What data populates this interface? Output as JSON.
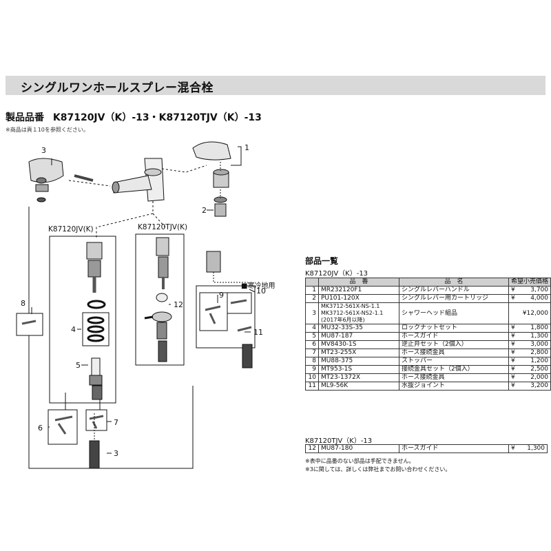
{
  "header": {
    "title": "シングルワンホールスプレー混合栓",
    "product_label": "製品品番",
    "product_numbers": "K87120JV（K）-13・K87120TJV（K）-13",
    "note": "※商品は頁１10を参照ください。"
  },
  "diagram": {
    "model_left": "K87120JV(K)",
    "model_right": "K87120TJV(K)",
    "cold_region_label": "■寒冷地用",
    "callouts": [
      "1",
      "2",
      "3",
      "4",
      "5",
      "6",
      "7",
      "3",
      "8",
      "9",
      "10",
      "11",
      "12"
    ]
  },
  "parts": {
    "title": "部品一覧",
    "model_a": "K87120JV（K）-13",
    "model_b": "K87120TJV（K）-13",
    "headers": [
      "",
      "品　番",
      "品　名",
      "希望小売価格"
    ],
    "rows_a": [
      {
        "no": "1",
        "code": "MR232120F1",
        "name": "シングルレバーハンドル",
        "yen": "¥",
        "price": "3,700"
      },
      {
        "no": "2",
        "code": "PU101-120X",
        "name": "シングルレバー用カートリッジ",
        "yen": "¥",
        "price": "4,000"
      },
      {
        "no": "3",
        "code": "MK3712-561X-NS-1.1\nMK3712-561X-NS2-1.1\n(2017年6月以降)",
        "name": "シャワーヘッド組品",
        "yen": "",
        "price": "¥12,000"
      },
      {
        "no": "4",
        "code": "MU32-33S-35",
        "name": "ロックナットセット",
        "yen": "¥",
        "price": "1,800"
      },
      {
        "no": "5",
        "code": "MU87-187",
        "name": "ホースガイド",
        "yen": "¥",
        "price": "1,300"
      },
      {
        "no": "6",
        "code": "MV8430-1S",
        "name": "逆止弁セット（2個入）",
        "yen": "¥",
        "price": "3,000"
      },
      {
        "no": "7",
        "code": "MT23-255X",
        "name": "ホース接続金具",
        "yen": "¥",
        "price": "2,800"
      },
      {
        "no": "8",
        "code": "MU88-375",
        "name": "ストッパー",
        "yen": "¥",
        "price": "1,200"
      },
      {
        "no": "9",
        "code": "MT953-1S",
        "name": "接続金具セット（2個入）",
        "yen": "¥",
        "price": "2,500"
      },
      {
        "no": "10",
        "code": "MT23-1372X",
        "name": "ホース接続金具",
        "yen": "¥",
        "price": "2,000"
      },
      {
        "no": "11",
        "code": "ML9-56K",
        "name": "水抜ジョイント",
        "yen": "¥",
        "price": "3,200"
      }
    ],
    "rows_b": [
      {
        "no": "12",
        "code": "MU87-180",
        "name": "ホースガイド",
        "yen": "¥",
        "price": "1,300"
      }
    ],
    "footnotes": [
      "※表中に品番のない部品は手配できません。",
      "※3に関しては、詳しくは弊社までお問い合わせください。"
    ]
  }
}
